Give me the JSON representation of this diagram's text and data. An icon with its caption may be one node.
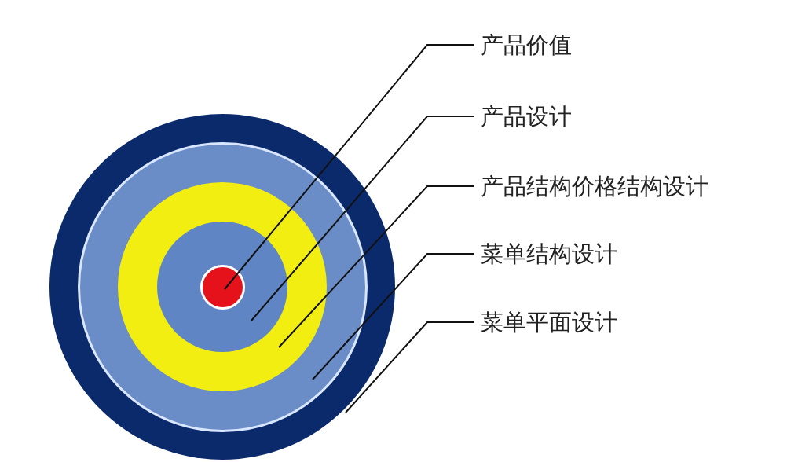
{
  "diagram": {
    "nodes": [
      {
        "text": [
          "产品价值"
        ]
      },
      {
        "text": [
          "产品设计"
        ]
      },
      {
        "text": [
          "产品结构价格结构设计"
        ]
      },
      {
        "text": [
          "菜单结构设计"
        ]
      },
      {
        "text": [
          "菜单平面设计"
        ]
      },
      {
        "text": [],
        "shape": "circle"
      },
      {
        "text": [],
        "shape": "circle",
        "in": 5
      },
      {
        "text": [],
        "shape": "circle",
        "in": 6
      },
      {
        "text": [],
        "shape": "circle",
        "in": 7
      },
      {
        "text": [],
        "shape": "circle",
        "in": 8
      }
    ],
    "edges": [
      {
        "from": 0,
        "to": 9,
        "arrow": "none"
      },
      {
        "from": 1,
        "to": 8,
        "arrow": "none"
      },
      {
        "from": 2,
        "to": 7,
        "arrow": "none"
      },
      {
        "from": 3,
        "to": 6,
        "arrow": "none"
      },
      {
        "from": 4,
        "to": 5,
        "arrow": "none"
      }
    ]
  }
}
